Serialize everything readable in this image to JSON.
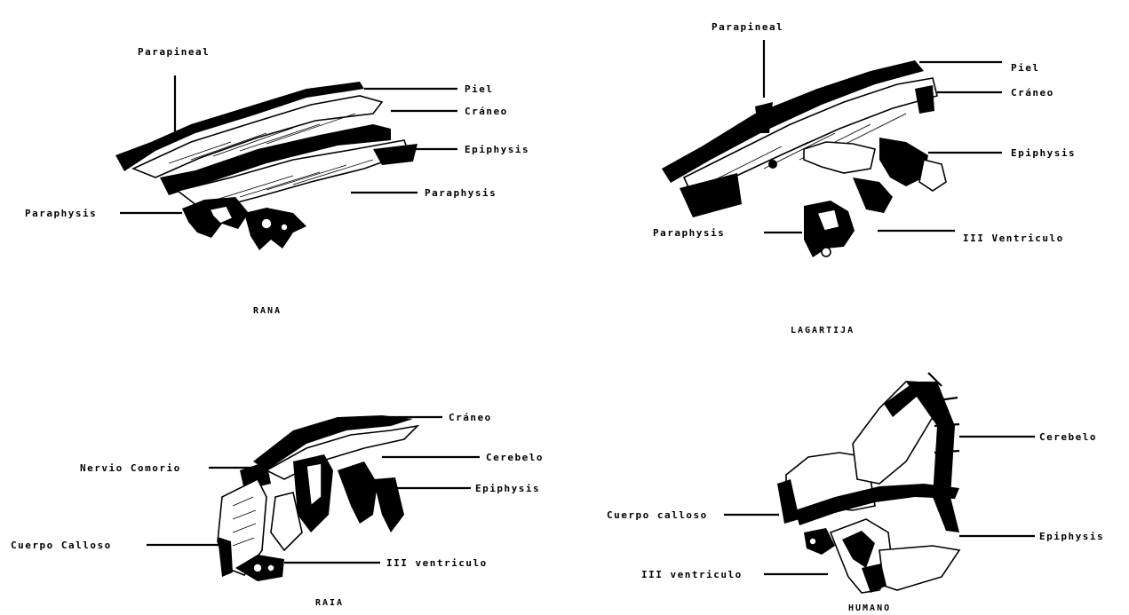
{
  "panels": {
    "rana": {
      "caption": "RANA",
      "labels": {
        "parapineal": "Parapineal",
        "piel": "Piel",
        "craneo": "Cráneo",
        "epiphysis": "Epiphysis",
        "paraphysis_right": "Paraphysis",
        "paraphysis_left": "Paraphysis"
      }
    },
    "lagartija": {
      "caption": "LAGARTIJA",
      "labels": {
        "parapineal": "Parapineal",
        "piel": "Piel",
        "craneo": "Cráneo",
        "epiphysis": "Epiphysis",
        "paraphysis": "Paraphysis",
        "iii_ventriculo": "III Ventriculo"
      }
    },
    "raia": {
      "caption": "RAIA",
      "labels": {
        "craneo": "Cráneo",
        "nervio_comorio": "Nervio Comorio",
        "cerebelo": "Cerebelo",
        "epiphysis": "Epiphysis",
        "cuerpo_calloso": "Cuerpo Calloso",
        "iii_ventriculo": "III ventriculo"
      }
    },
    "humano": {
      "caption": "HUMANO",
      "labels": {
        "cerebelo": "Cerebelo",
        "cuerpo_calloso": "Cuerpo calloso",
        "epiphysis": "Epiphysis",
        "iii_ventriculo": "III ventriculo"
      }
    }
  }
}
